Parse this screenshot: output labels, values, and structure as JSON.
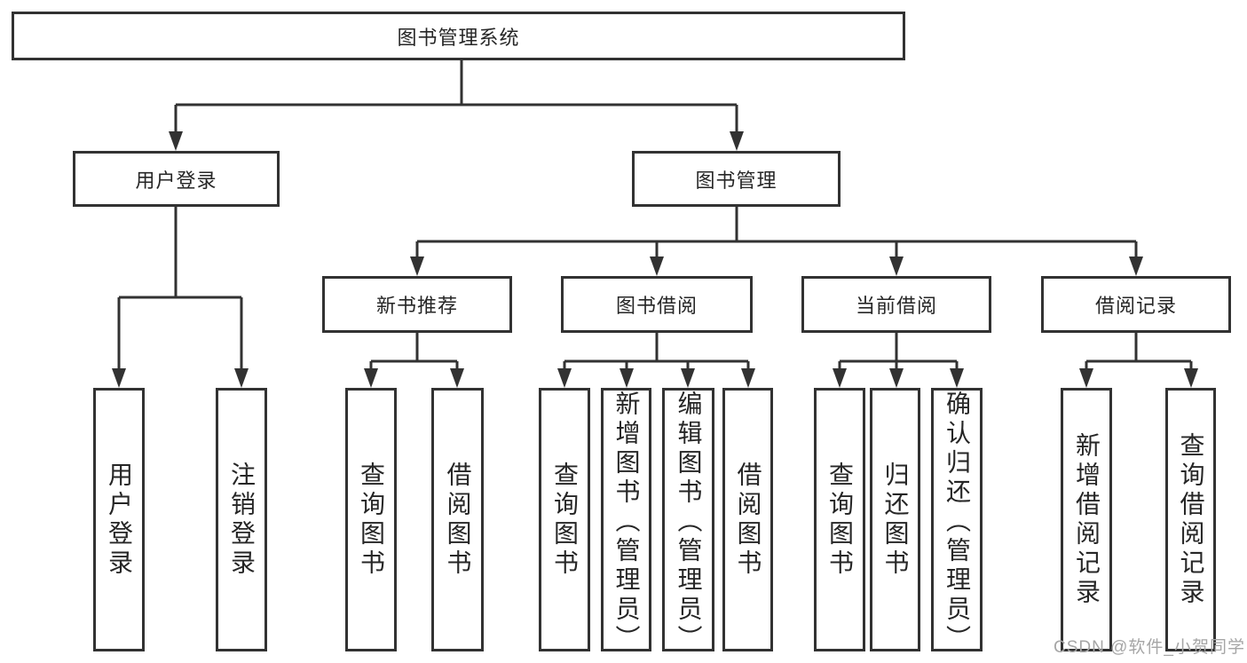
{
  "tree": {
    "root": {
      "label": "图书管理系统"
    },
    "branches": [
      {
        "label": "用户登录",
        "children": [
          {
            "label": "用户登录"
          },
          {
            "label": "注销登录"
          }
        ]
      },
      {
        "label": "图书管理",
        "sections": [
          {
            "label": "新书推荐",
            "children": [
              {
                "label": "查询图书"
              },
              {
                "label": "借阅图书"
              }
            ]
          },
          {
            "label": "图书借阅",
            "children": [
              {
                "label": "查询图书"
              },
              {
                "label": "新增图书（管理员）"
              },
              {
                "label": "编辑图书（管理员）"
              },
              {
                "label": "借阅图书"
              }
            ]
          },
          {
            "label": "当前借阅",
            "children": [
              {
                "label": "查询图书"
              },
              {
                "label": "归还图书"
              },
              {
                "label": "确认归还（管理员）"
              }
            ]
          },
          {
            "label": "借阅记录",
            "children": [
              {
                "label": "新增借阅记录"
              },
              {
                "label": "查询借阅记录"
              }
            ]
          }
        ]
      }
    ]
  },
  "watermark": "CSDN @软件_小贺同学",
  "colors": {
    "line": "#323232",
    "text": "#262626",
    "background": "#ffffff",
    "watermark": "#a6a6a6"
  }
}
